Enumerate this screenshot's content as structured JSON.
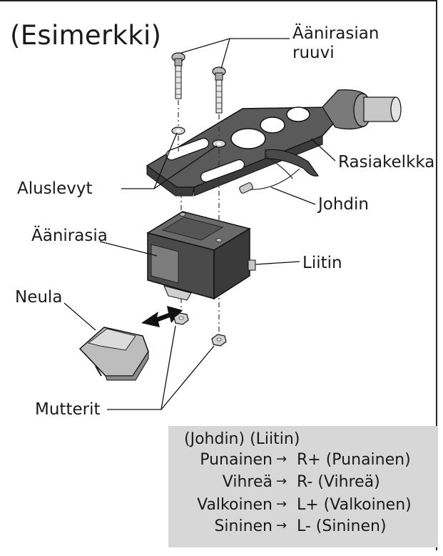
{
  "title": "(Esimerkki)",
  "labels": {
    "cartridge_screw": "Äänirasian\nruuvi",
    "cartridge_screw_line1": "Äänirasian",
    "cartridge_screw_line2": "ruuvi",
    "headshell": "Rasiakelkka",
    "washers": "Aluslevyt",
    "lead_wire": "Johdin",
    "cartridge": "Äänirasia",
    "connector": "Liitin",
    "stylus": "Neula",
    "nuts": "Mutterit"
  },
  "wiring": {
    "header": "(Johdin) (Liitin)",
    "arrow": "→",
    "rows": [
      {
        "from": "Punainen",
        "to": "R+ (Punainen)"
      },
      {
        "from": "Vihreä",
        "to": "R- (Vihreä)"
      },
      {
        "from": "Valkoinen",
        "to": "L+ (Valkoinen)"
      },
      {
        "from": "Sininen",
        "to": "L- (Sininen)"
      }
    ]
  }
}
